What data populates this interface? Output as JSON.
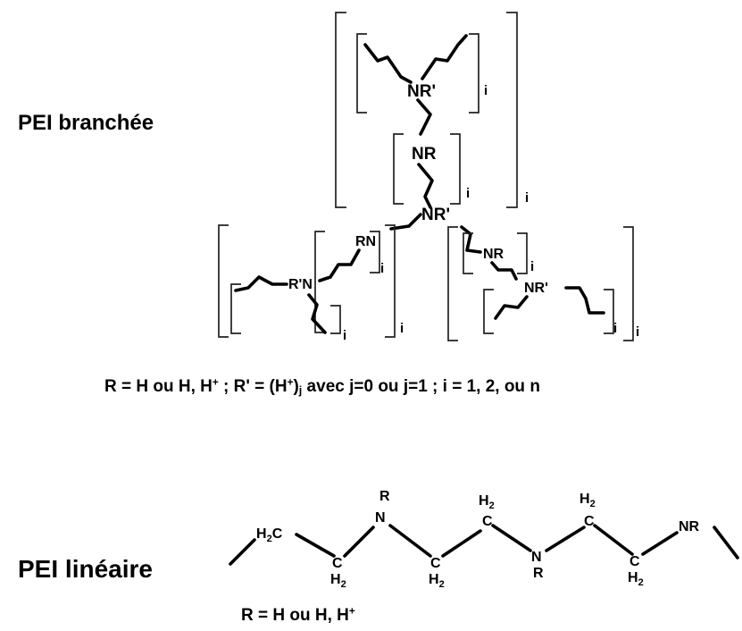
{
  "branched": {
    "heading": "PEI branchée",
    "legend": {
      "r_def": "R = H ou H, H",
      "plus": "+",
      "sep": " ; ",
      "rprime_def": "R' = (H",
      "plus2": "+",
      "close": ")",
      "j": "j",
      "tail": " avec j=0 ou j=1 ; i = 1, 2, ou n"
    },
    "atoms": {
      "nr_prime_top": "NR'",
      "nr_mid": "NR",
      "nr_prime_center": "NR'",
      "rn_left": "RN",
      "r_prime_n_left": "R'N",
      "nr_right": "NR",
      "nr_prime_right": "NR'"
    },
    "index_label": "i"
  },
  "linear": {
    "heading": "PEI linéaire",
    "legend": {
      "text": "R = H ou  H, H",
      "plus": "+"
    },
    "atoms": {
      "h2c": "H",
      "h2c_sub": "2",
      "h2c_c": "C",
      "c": "C",
      "h": "H",
      "two": "2",
      "r": "R",
      "n": "N",
      "nr": "NR"
    }
  }
}
